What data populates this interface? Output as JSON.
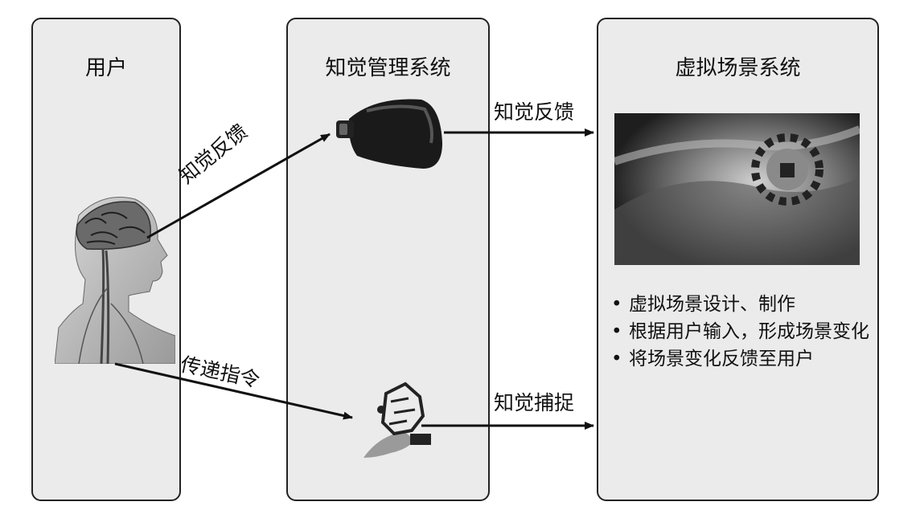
{
  "panels": {
    "user": {
      "title": "用户"
    },
    "perception": {
      "title": "知觉管理系统"
    },
    "virtual": {
      "title": "虚拟场景系统",
      "bullets": [
        "虚拟场景设计、制作",
        "根据用户输入，形成场景变化",
        "将场景变化反馈至用户"
      ]
    }
  },
  "labels": {
    "user_to_headset": "知觉反馈",
    "user_to_glove": "传递指令",
    "headset_to_scene": "知觉反馈",
    "glove_to_scene": "知觉捕捉"
  },
  "icons": {
    "user": "human-head-brain-icon",
    "headset": "vr-headset-icon",
    "glove": "haptic-glove-icon",
    "scene": "virtual-scene-image"
  }
}
